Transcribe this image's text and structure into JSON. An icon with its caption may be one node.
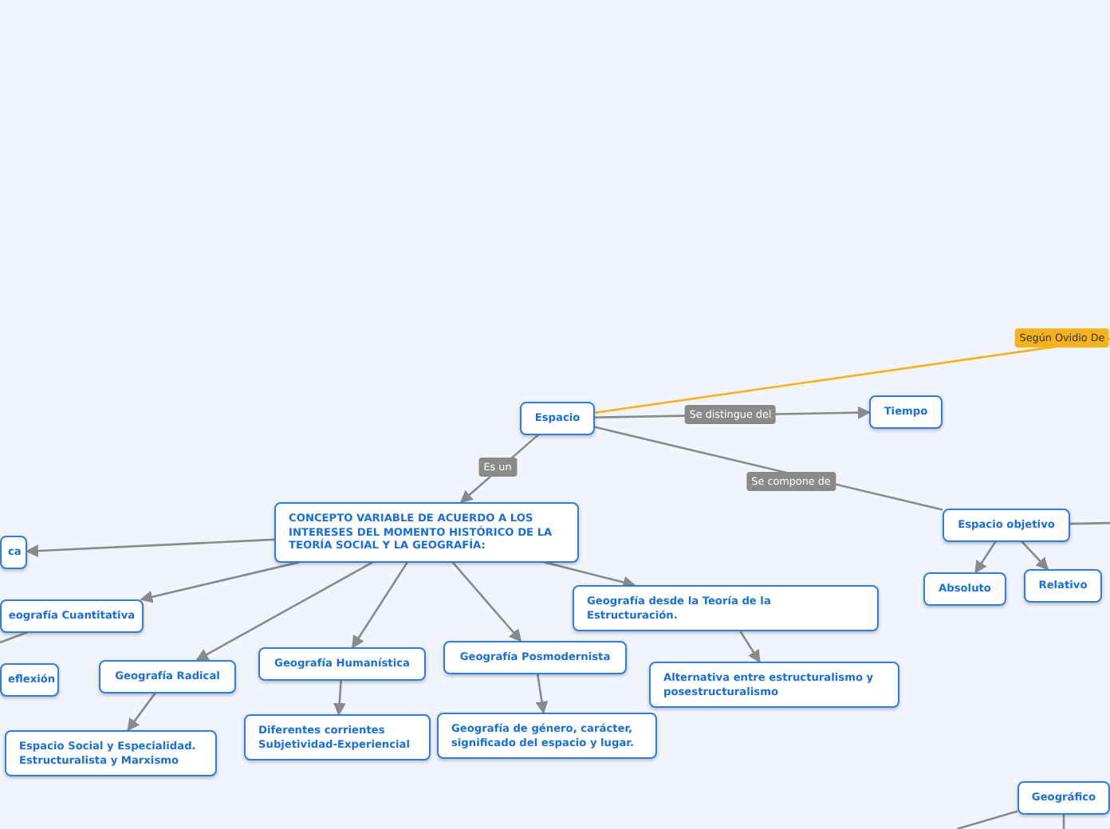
{
  "diagram": {
    "nodes": [
      {
        "text": [
          "Espacio"
        ]
      },
      {
        "text": [
          "Tiempo"
        ]
      },
      {
        "text": [
          "Espacio objetivo"
        ]
      },
      {
        "text": [
          "Absoluto"
        ]
      },
      {
        "text": [
          "Relativo"
        ]
      },
      {
        "text": [
          "CONCEPTO VARIABLE DE ACUERDO A LOS INTERESES DEL MOMENTO HISTÓRICO DE LA TEORÍA SOCIAL Y LA GEOGRAFÍA:"
        ]
      },
      {
        "text": [
          "ca"
        ]
      },
      {
        "text": [
          "eografía Cuantitativa"
        ]
      },
      {
        "text": [
          "eflexión"
        ]
      },
      {
        "text": [
          "Geografía Radical"
        ]
      },
      {
        "text": [
          "Geografía Humanística"
        ]
      },
      {
        "text": [
          "Geografía Posmodernista"
        ]
      },
      {
        "text": [
          "Geografía desde la Teoría de la Estructuración."
        ]
      },
      {
        "text": [
          "Espacio Social y Especialidad. Estructuralista y Marxismo"
        ]
      },
      {
        "text": [
          "Diferentes corrientes Subjetividad-Experiencial"
        ]
      },
      {
        "text": [
          "Geografía de género, carácter, significado del espacio y lugar."
        ]
      },
      {
        "text": [
          "Alternativa entre estructuralismo y posestructuralismo"
        ]
      },
      {
        "text": [
          "Geográfico"
        ]
      }
    ],
    "edges": [
      {
        "from": 0,
        "to": null,
        "arrow": "none",
        "label": "Según Ovidio De",
        "color": "#f5b21c"
      },
      {
        "from": 0,
        "to": 1,
        "arrow": "to",
        "label": "Se distingue del"
      },
      {
        "from": 0,
        "to": 5,
        "arrow": "to",
        "label": "Es un"
      },
      {
        "from": 0,
        "to": 2,
        "arrow": "none",
        "label": "Se compone de"
      },
      {
        "from": 2,
        "to": null,
        "arrow": "none"
      },
      {
        "from": 2,
        "to": 3,
        "arrow": "to"
      },
      {
        "from": 2,
        "to": 4,
        "arrow": "to"
      },
      {
        "from": 5,
        "to": 6,
        "arrow": "to"
      },
      {
        "from": 5,
        "to": 7,
        "arrow": "to"
      },
      {
        "from": 5,
        "to": 9,
        "arrow": "to"
      },
      {
        "from": 5,
        "to": 10,
        "arrow": "to"
      },
      {
        "from": 5,
        "to": 11,
        "arrow": "to"
      },
      {
        "from": 5,
        "to": 12,
        "arrow": "to"
      },
      {
        "from": 7,
        "to": null,
        "arrow": "none"
      },
      {
        "from": 9,
        "to": 13,
        "arrow": "to"
      },
      {
        "from": 10,
        "to": 14,
        "arrow": "to"
      },
      {
        "from": 11,
        "to": 15,
        "arrow": "to"
      },
      {
        "from": 12,
        "to": 16,
        "arrow": "to"
      },
      {
        "from": 17,
        "to": null,
        "arrow": "none"
      },
      {
        "from": 17,
        "to": null,
        "arrow": "none"
      }
    ]
  }
}
